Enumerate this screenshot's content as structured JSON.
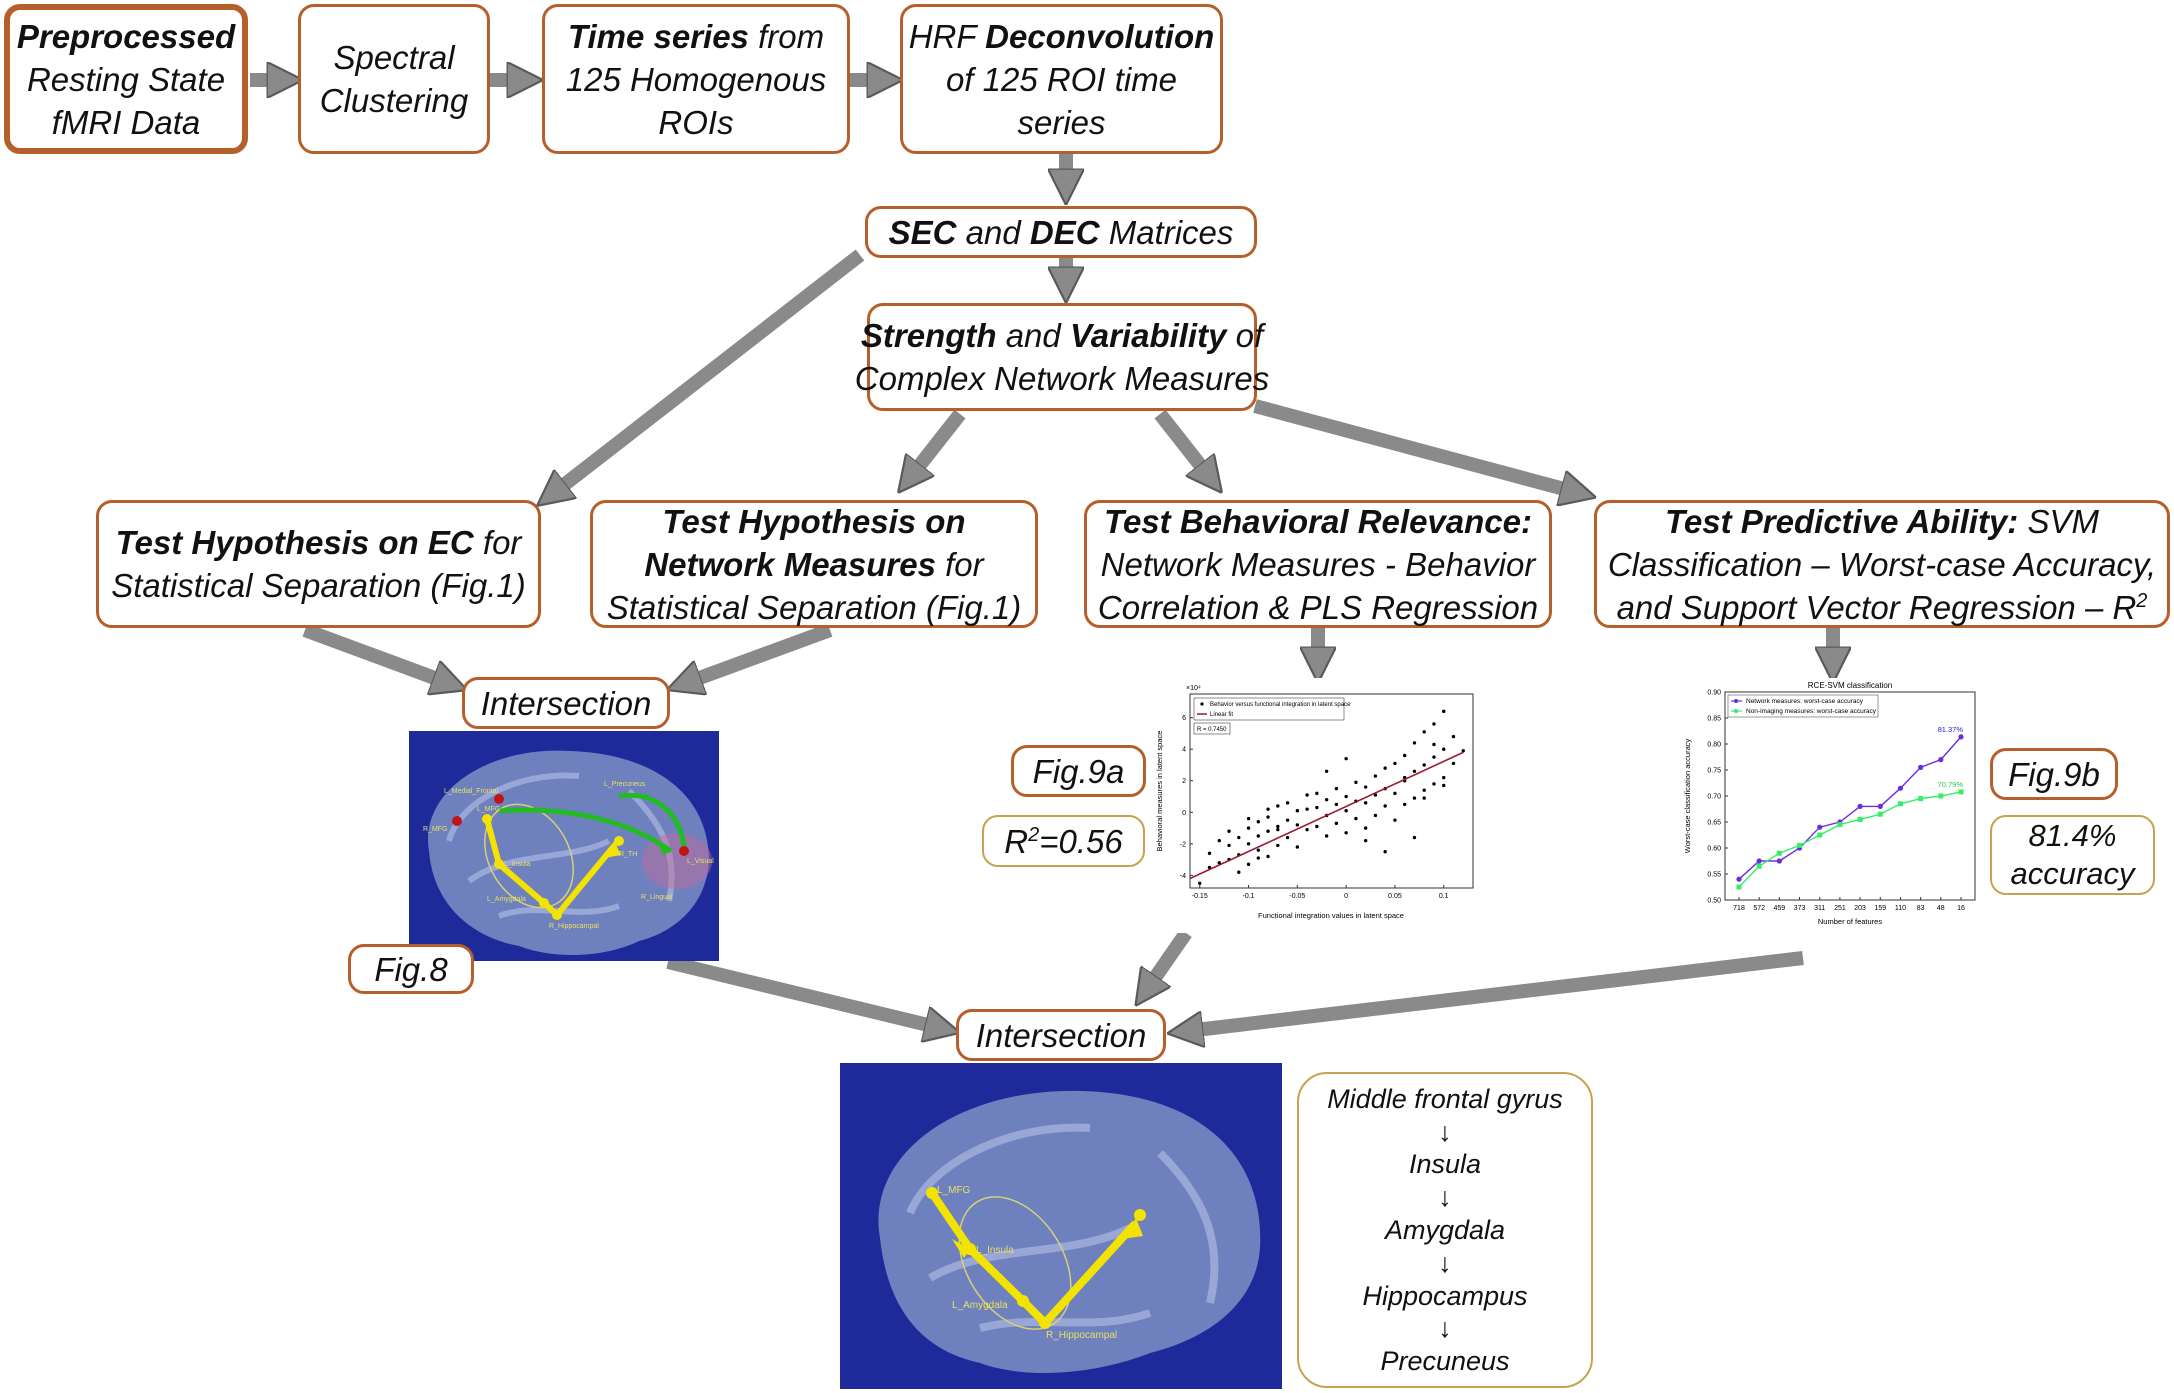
{
  "boxes": {
    "preproc": {
      "l1_b": "Preprocessed",
      "l2": "Resting State",
      "l3": "fMRI Data"
    },
    "spectral": {
      "l1": "Spectral",
      "l2": "Clustering"
    },
    "timeseries": {
      "l1_b": "Time series",
      "l1": " from",
      "l2": "125 Homogenous",
      "l3": "ROIs"
    },
    "hrf": {
      "l1": "HRF ",
      "l1_b": "Deconvolution",
      "l2": "of 125 ROI time",
      "l3": "series"
    },
    "secdec": {
      "b1": "SEC",
      "t1": " and ",
      "b2": "DEC",
      "t2": " Matrices"
    },
    "strength": {
      "b1": "Strength",
      "t1": " and ",
      "b2": "Variability",
      "t2": " of",
      "l2": "Complex Network Measures"
    },
    "test_ec": {
      "b1": "Test Hypothesis on EC",
      "t1": " for",
      "l2": "Statistical Separation (Fig.1)"
    },
    "test_nm": {
      "l1_b": "Test Hypothesis on",
      "b2": "Network Measures",
      "t2": " for",
      "l3": "Statistical Separation (Fig.1)"
    },
    "test_beh": {
      "l1_b": "Test Behavioral Relevance:",
      "l2": "Network Measures - Behavior",
      "l3": "Correlation & PLS Regression"
    },
    "test_pred": {
      "b1": "Test Predictive Ability:",
      "t1": " SVM",
      "l2": "Classification – Worst-case Accuracy,",
      "l3": "and Support Vector Regression – R",
      "sup": "2"
    },
    "intersection1": "Intersection",
    "intersection2": "Intersection",
    "fig8": "Fig.8",
    "fig9a": "Fig.9a",
    "fig9b": "Fig.9b",
    "r2": {
      "r": "R",
      "sup": "2",
      "val": "=0.56"
    },
    "accuracy": {
      "l1": "81.4%",
      "l2": "accuracy"
    }
  },
  "pathway": [
    "Middle frontal gyrus",
    "↓",
    "Insula",
    "↓",
    "Amygdala",
    "↓",
    "Hippocampus",
    "↓",
    "Precuneus"
  ],
  "brain_labels": {
    "top": [
      "L_Medial_Frontal",
      "L_Precuneus",
      "R_MFG",
      "L_MFG",
      "R_TH",
      "L_Insula",
      "L_Visual",
      "L_Amygdala",
      "R_Lingual",
      "R_Hippocampal"
    ],
    "bottom": [
      "L_MFG",
      "L_Insula",
      "L_Amygdala",
      "R_Hippocampal"
    ]
  },
  "colors": {
    "box_border": "#b5602a",
    "gold_border": "#c8a24e",
    "arrow": "#8a8a8a",
    "brain_bg": "#1f2a9a",
    "pathway": "#f2e400",
    "green": "#22bb22"
  },
  "chart_data": [
    {
      "type": "scatter",
      "title": "",
      "exponent": "×10⁴",
      "legend": [
        "Behavior versus functional integration in latent space",
        "Linear fit"
      ],
      "annotation": "R = 0.7450",
      "xlabel": "Functional integration values in latent space",
      "ylabel": "Behavioral measures in latent space",
      "xlim": [
        -0.16,
        0.13
      ],
      "ylim": [
        -4.8,
        7.5
      ],
      "xticks": [
        -0.15,
        -0.1,
        -0.05,
        0,
        0.05,
        0.1
      ],
      "xtick_labels": [
        "-0.15",
        "-0.1",
        "-0.05",
        "0",
        "0.05",
        "0.1"
      ],
      "yticks": [
        -4,
        -2,
        0,
        2,
        4,
        6
      ],
      "fit": {
        "x": [
          -0.16,
          0.12
        ],
        "y": [
          -4.2,
          3.8
        ]
      },
      "points": {
        "x": [
          -0.15,
          -0.14,
          -0.14,
          -0.13,
          -0.13,
          -0.12,
          -0.12,
          -0.12,
          -0.11,
          -0.11,
          -0.1,
          -0.1,
          -0.1,
          -0.09,
          -0.09,
          -0.09,
          -0.08,
          -0.08,
          -0.08,
          -0.07,
          -0.07,
          -0.07,
          -0.06,
          -0.06,
          -0.06,
          -0.05,
          -0.05,
          -0.05,
          -0.04,
          -0.04,
          -0.04,
          -0.03,
          -0.03,
          -0.03,
          -0.02,
          -0.02,
          -0.02,
          -0.01,
          -0.01,
          -0.01,
          0.0,
          0.0,
          0.0,
          0.01,
          0.01,
          0.01,
          0.02,
          0.02,
          0.02,
          0.03,
          0.03,
          0.03,
          0.04,
          0.04,
          0.04,
          0.05,
          0.05,
          0.05,
          0.06,
          0.06,
          0.06,
          0.07,
          0.07,
          0.07,
          0.08,
          0.08,
          0.08,
          0.09,
          0.09,
          0.09,
          0.1,
          0.1,
          0.1,
          0.11,
          0.11,
          0.12,
          -0.02,
          0.0,
          0.02,
          0.04,
          0.06,
          0.07,
          0.08,
          0.09,
          0.1,
          -0.11,
          -0.1,
          -0.09,
          -0.08,
          -0.07
        ],
        "y": [
          -4.5,
          -3.5,
          -2.6,
          -3.2,
          -1.8,
          -3.0,
          -2.1,
          -1.2,
          -2.7,
          -1.6,
          -3.3,
          -2.0,
          -1.0,
          -2.4,
          -1.5,
          -0.6,
          -2.8,
          -1.2,
          -0.3,
          -2.1,
          -0.9,
          0.4,
          -1.6,
          -0.5,
          0.6,
          -2.2,
          -0.8,
          0.1,
          -1.1,
          0.2,
          1.1,
          -0.9,
          0.3,
          1.2,
          -1.5,
          -0.2,
          0.8,
          -0.7,
          0.5,
          1.5,
          -1.3,
          0.1,
          1.0,
          -0.4,
          0.7,
          1.9,
          -1.0,
          0.6,
          1.6,
          -0.2,
          1.1,
          2.3,
          0.4,
          1.5,
          2.8,
          -0.5,
          1.2,
          3.1,
          0.5,
          2.0,
          3.6,
          0.9,
          2.6,
          4.4,
          1.4,
          3.0,
          5.1,
          1.8,
          3.5,
          5.6,
          2.2,
          4.0,
          6.4,
          3.1,
          4.8,
          3.9,
          2.6,
          3.4,
          -1.8,
          -2.5,
          2.2,
          -1.6,
          0.9,
          4.3,
          1.7,
          -3.8,
          -0.4,
          -2.9,
          0.2,
          -1.1
        ]
      }
    },
    {
      "type": "line",
      "title": "RCE-SVM classification",
      "xlabel": "Number of features",
      "ylabel": "Worst-case classification accuracy",
      "categories": [
        "718",
        "572",
        "459",
        "373",
        "311",
        "251",
        "203",
        "159",
        "110",
        "83",
        "48",
        "16"
      ],
      "ylim": [
        0.5,
        0.9
      ],
      "yticks": [
        0.5,
        0.55,
        0.6,
        0.65,
        0.7,
        0.75,
        0.8,
        0.85,
        0.9
      ],
      "ytick_labels": [
        "0.50",
        "0.55",
        "0.60",
        "0.65",
        "0.70",
        "0.75",
        "0.80",
        "0.85",
        "0.90"
      ],
      "series": [
        {
          "name": "Network measures: worst-case accuracy",
          "color": "#6a2de0",
          "values": [
            0.54,
            0.575,
            0.575,
            0.6,
            0.64,
            0.65,
            0.68,
            0.68,
            0.715,
            0.755,
            0.77,
            0.8137
          ],
          "end_label": "81.37%"
        },
        {
          "name": "Non-imaging measures: worst-case accuracy",
          "color": "#33ee66",
          "values": [
            0.525,
            0.565,
            0.59,
            0.605,
            0.625,
            0.645,
            0.655,
            0.665,
            0.685,
            0.695,
            0.7,
            0.7079
          ],
          "end_label": "70.79%"
        }
      ]
    }
  ]
}
